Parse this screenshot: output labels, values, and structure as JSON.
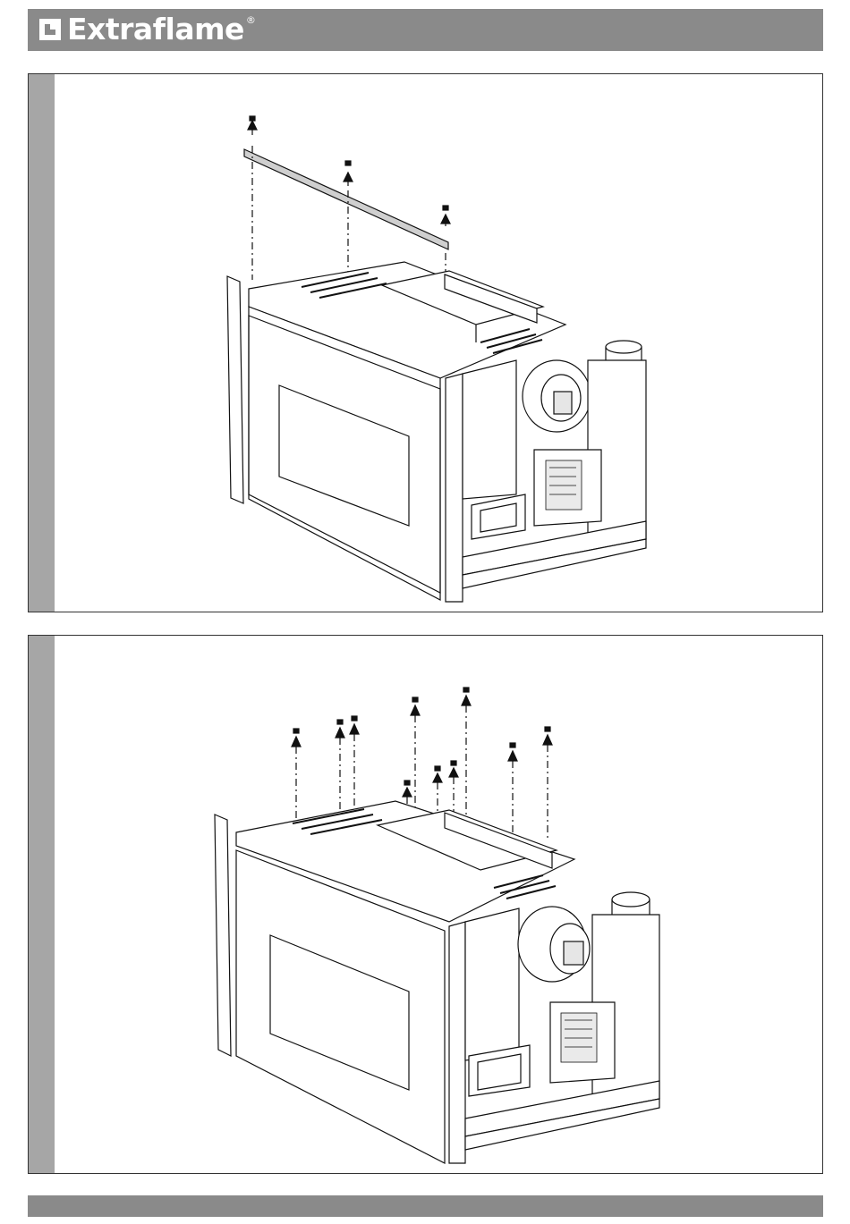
{
  "header": {
    "brand": "Extraflame",
    "registered_mark": "®",
    "bar_color": "#8a8a8a"
  },
  "figures": [
    {
      "name": "figure-top-panel-removal",
      "strip_color": "#a6a6a6"
    },
    {
      "name": "figure-top-screws-removal",
      "strip_color": "#a6a6a6"
    }
  ],
  "footer": {
    "bar_color": "#8a8a8a"
  }
}
